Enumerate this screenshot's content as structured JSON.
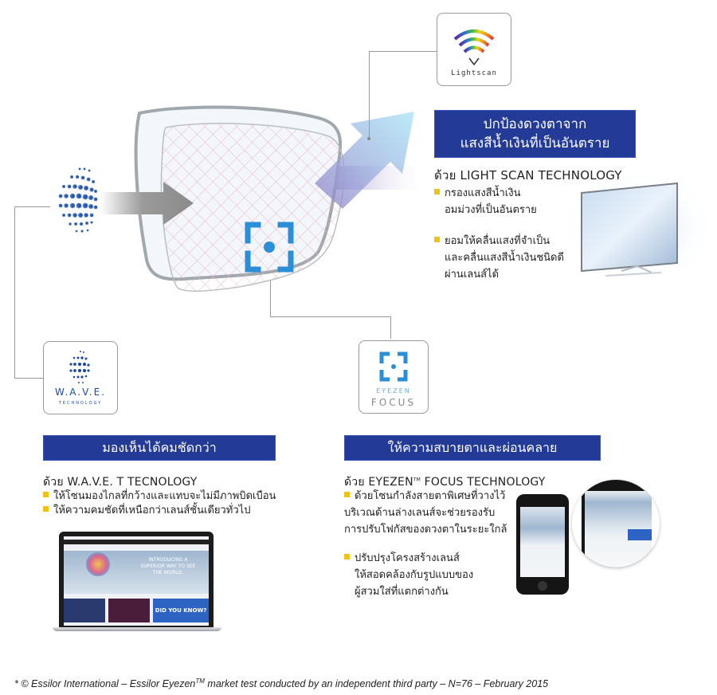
{
  "light_scan": {
    "logo_text": "Lightscan",
    "banner_line1": "ปกป้องดวงตาจาก",
    "banner_line2": "แสงสีน้ำเงินที่เป็นอันตราย",
    "subtitle": "ด้วย LIGHT SCAN TECHNOLOGY",
    "bullets": [
      {
        "line1": "กรองแสงสีน้ำเงิน",
        "line2": "อมม่วงที่เป็นอันตราย"
      },
      {
        "line1": "ยอมให้คลื่นแสงที่จำเป็น",
        "line2": "และคลื่นแสงสีน้ำเงินชนิดดี",
        "line3": "ผ่านเลนส์ได้"
      }
    ]
  },
  "wave": {
    "logo_text": "W.A.V.E.",
    "logo_subtext": "TECHNOLOGY",
    "banner": "มองเห็นได้คมชัดกว่า",
    "subtitle": "ด้วย W.A.V.E. T TECNOLOGY",
    "bullets": [
      "ให้โซนมองไกลที่กว้างและแทบจะไม่มีภาพบิดเบือน",
      "ให้ความคมชัดที่เหนือกว่าเลนส์ชั้นเดียวทั่วไป"
    ],
    "laptop_screen_text": "INTRODUCING A SUPERIOR WAY TO SEE THE WORLD.",
    "laptop_tile_text": "DID YOU KNOW?"
  },
  "eyezen": {
    "logo_text_top": "EYEZEN",
    "logo_text_bottom": "FOCUS",
    "banner": "ให้ความสบายตาและผ่อนคลาย",
    "subtitle_prefix": "ด้วย EYEZEN",
    "subtitle_tm": "TM",
    "subtitle_suffix": " FOCUS TECHNOLOGY",
    "bullets": [
      {
        "line1": "ด้วยโซนกำลังสายตาพิเศษที่วางไว้",
        "line2": "บริเวณด้านล่างเลนส์จะช่วยรองรับ",
        "line3": "การปรับโฟกัสของดวงตาในระยะใกล้"
      },
      {
        "line1": "ปรับปรุงโครงสร้างเลนส์",
        "line2": "ให้สอดคล้องกับรูปแบบของ",
        "line3": "ผู้สวมใส่ที่แตกต่างกัน"
      }
    ]
  },
  "footer": {
    "prefix": "* © Essilor International – Essilor Eyezen",
    "tm": "TM",
    "suffix": " market test conducted by an independent third party – N=76 – February 2015"
  },
  "colors": {
    "banner_blue": "#233b96",
    "bullet_yellow": "#f2c116",
    "arrow_gray": "#8c8c8c",
    "arrow_violet": "#8e7cc3",
    "icon_blue": "#2a8fd6"
  }
}
